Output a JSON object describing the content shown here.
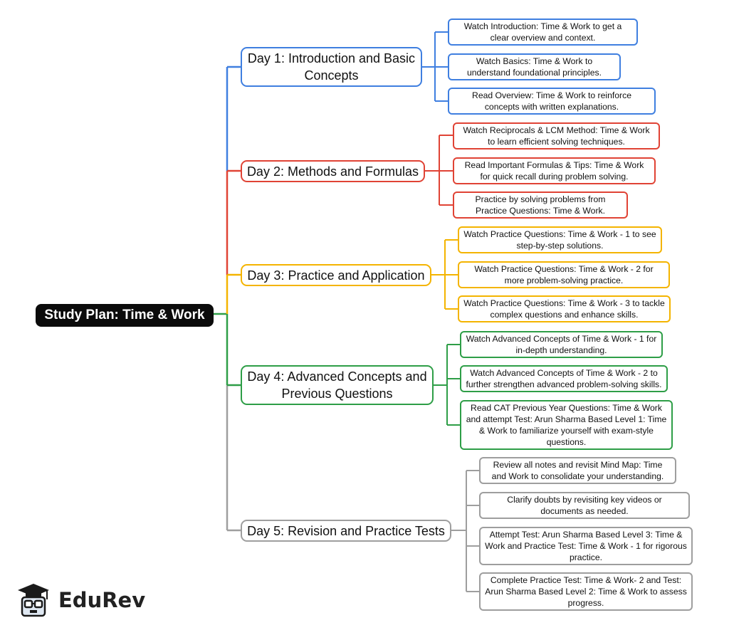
{
  "root": {
    "label": "Study Plan: Time & Work"
  },
  "colors": {
    "day1": "#3f7fe0",
    "day2": "#e04335",
    "day3": "#f4b400",
    "day4": "#2e9e47",
    "day5": "#9e9e9e"
  },
  "days": [
    {
      "label": "Day 1: Introduction and Basic Concepts",
      "tasks": [
        "Watch Introduction: Time & Work to get a clear overview and context.",
        "Watch Basics: Time & Work to understand foundational principles.",
        "Read Overview: Time & Work to reinforce concepts with written explanations."
      ]
    },
    {
      "label": "Day 2: Methods and Formulas",
      "tasks": [
        "Watch Reciprocals & LCM Method: Time & Work to learn efficient solving techniques.",
        "Read Important Formulas & Tips: Time & Work for quick recall during problem solving.",
        "Practice by solving problems from Practice Questions: Time & Work."
      ]
    },
    {
      "label": "Day 3: Practice and Application",
      "tasks": [
        "Watch Practice Questions: Time & Work - 1 to see step-by-step solutions.",
        "Watch Practice Questions: Time & Work - 2 for more problem-solving practice.",
        "Watch Practice Questions: Time & Work - 3 to tackle complex questions and enhance skills."
      ]
    },
    {
      "label": "Day 4: Advanced Concepts and Previous Questions",
      "tasks": [
        "Watch Advanced Concepts of Time & Work - 1 for in-depth understanding.",
        "Watch Advanced Concepts of Time & Work - 2 to further strengthen advanced problem-solving skills.",
        "Read CAT Previous Year Questions: Time & Work and attempt Test: Arun Sharma Based Level 1: Time & Work to familiarize yourself with exam-style questions."
      ]
    },
    {
      "label": "Day 5: Revision and Practice Tests",
      "tasks": [
        "Review all notes and revisit Mind Map: Time and Work to consolidate your understanding.",
        "Clarify doubts by revisiting key videos or documents as needed.",
        "Attempt Test: Arun Sharma Based Level 3: Time & Work and Practice Test: Time & Work - 1 for rigorous practice.",
        "Complete Practice Test: Time & Work- 2 and Test: Arun Sharma Based Level 2: Time & Work to assess progress."
      ]
    }
  ],
  "brand": {
    "name": "EduRev",
    "icon": "graduate-mascot-icon"
  }
}
